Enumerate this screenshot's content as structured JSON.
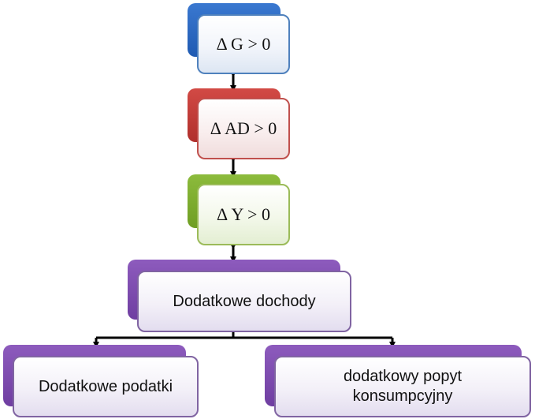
{
  "nodes": {
    "g": {
      "label": "Δ G > 0",
      "color": "#4f81bd"
    },
    "ad": {
      "label": "Δ AD > 0",
      "color": "#c0504d"
    },
    "y": {
      "label": "Δ Y > 0",
      "color": "#9bbb59"
    },
    "dochody": {
      "label": "Dodatkowe dochody",
      "color": "#8064a2"
    },
    "podatki": {
      "label": "Dodatkowe podatki",
      "color": "#8064a2"
    },
    "popyt": {
      "label": "dodatkowy popyt konsumpcyjny",
      "color": "#8064a2"
    }
  },
  "connector_color": "#000000"
}
